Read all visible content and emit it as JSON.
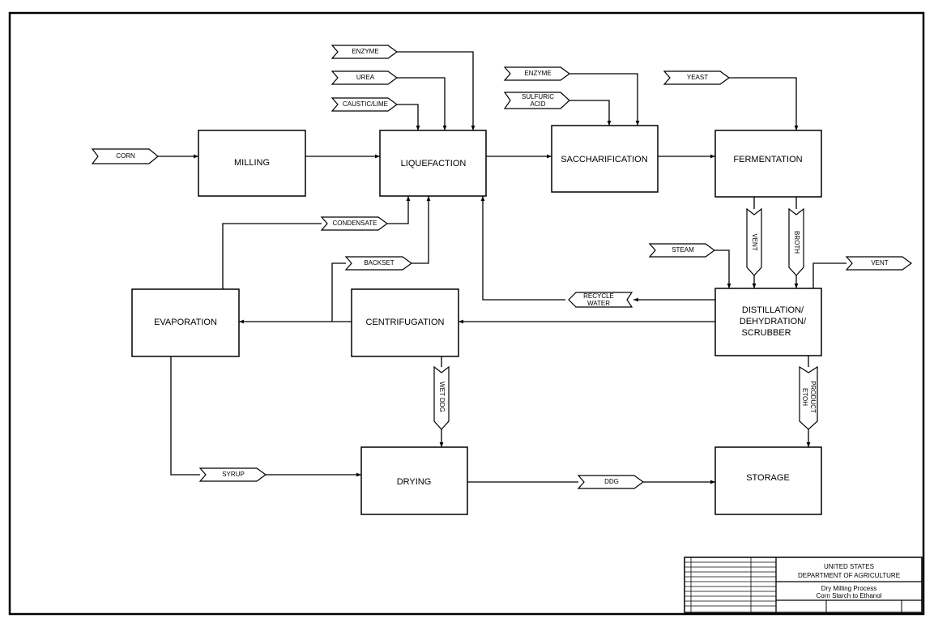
{
  "processes": {
    "milling": "MILLING",
    "liquefaction": "LIQUEFACTION",
    "saccharification": "SACCHARIFICATION",
    "fermentation": "FERMENTATION",
    "evaporation": "EVAPORATION",
    "centrifugation": "CENTRIFUGATION",
    "distillation": [
      "DISTILLATION/",
      "DEHYDRATION/",
      "SCRUBBER"
    ],
    "drying": "DRYING",
    "storage": "STORAGE"
  },
  "streams": {
    "corn": "CORN",
    "enzyme_liq": "ENZYME",
    "urea": "UREA",
    "caustic": "CAUSTIC/LIME",
    "enzyme_sac": "ENZYME",
    "sulfuric": [
      "SULFURIC",
      "ACID"
    ],
    "yeast": "YEAST",
    "condensate": "CONDENSATE",
    "backset": "BACKSET",
    "recycle": [
      "RECYCLE",
      "WATER"
    ],
    "steam": "STEAM",
    "vent_out": "VENT",
    "vent_down": "VENT",
    "broth": "BROTH",
    "wet_ddg": "WET DDG",
    "etoh": [
      "ETOH",
      "PRODUCT"
    ],
    "syrup": "SYRUP",
    "ddg": "DDG"
  },
  "title_block": {
    "org_line1": "UNITED STATES",
    "org_line2": "DEPARTMENT OF AGRICULTURE",
    "title_line1": "Dry Milling Process",
    "title_line2": "Corn Starch to Ethanol"
  }
}
